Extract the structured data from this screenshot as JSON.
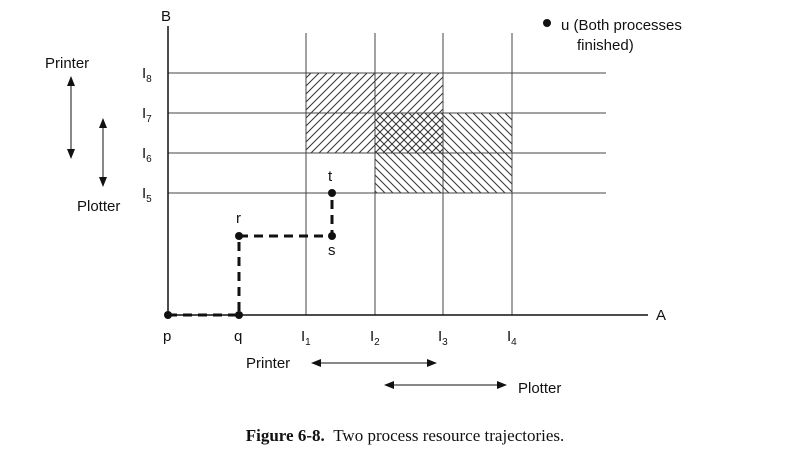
{
  "axes": {
    "x_axis_label": "A",
    "y_axis_label": "B"
  },
  "x_ticks": [
    {
      "base": "p",
      "sub": ""
    },
    {
      "base": "q",
      "sub": ""
    },
    {
      "base": "I",
      "sub": "1"
    },
    {
      "base": "I",
      "sub": "2"
    },
    {
      "base": "I",
      "sub": "3"
    },
    {
      "base": "I",
      "sub": "4"
    }
  ],
  "y_ticks": [
    {
      "base": "I",
      "sub": "8"
    },
    {
      "base": "I",
      "sub": "7"
    },
    {
      "base": "I",
      "sub": "6"
    },
    {
      "base": "I",
      "sub": "5"
    }
  ],
  "points": [
    {
      "label": "r"
    },
    {
      "label": "s"
    },
    {
      "label": "t"
    }
  ],
  "u_point": {
    "label_line1": "u (Both processes",
    "label_line2": "finished)"
  },
  "resource_labels": {
    "y_printer": "Printer",
    "y_plotter": "Plotter",
    "x_printer": "Printer",
    "x_plotter": "Plotter"
  },
  "caption": {
    "bold": "Figure 6-8.",
    "text": "Two process resource trajectories."
  }
}
